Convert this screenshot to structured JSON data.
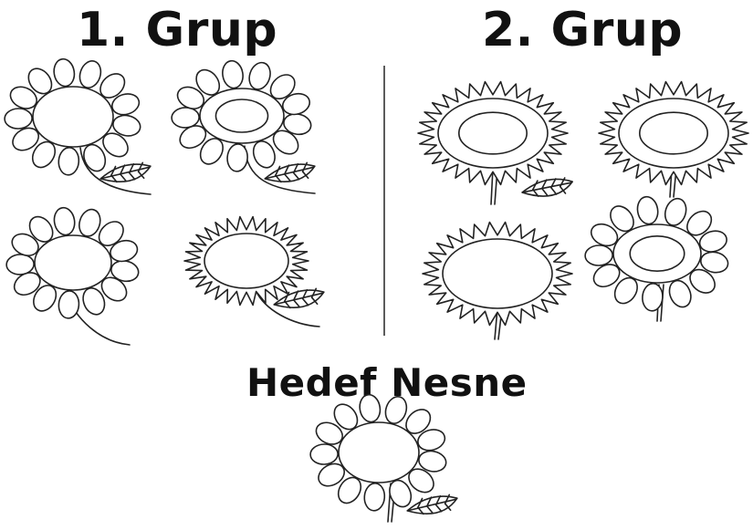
{
  "titles": {
    "group1": "1. Grup",
    "group2": "2. Grup",
    "target": "Hedef Nesne"
  },
  "groups": [
    {
      "name_ref": "group1",
      "flowers": [
        {
          "petal": "round",
          "center": "single-ring",
          "stem": "curved",
          "leaf": true
        },
        {
          "petal": "round",
          "center": "double-ring",
          "stem": "curved",
          "leaf": true
        },
        {
          "petal": "round",
          "center": "single-ring",
          "stem": "curved",
          "leaf": false
        },
        {
          "petal": "spiky",
          "center": "single-ring",
          "stem": "curved",
          "leaf": true
        }
      ]
    },
    {
      "name_ref": "group2",
      "flowers": [
        {
          "petal": "spiky",
          "center": "double-ring",
          "stem": "straight",
          "leaf": true
        },
        {
          "petal": "spiky",
          "center": "double-ring",
          "stem": "straight",
          "leaf": false
        },
        {
          "petal": "spiky",
          "center": "single-ring",
          "stem": "straight",
          "leaf": false
        },
        {
          "petal": "round",
          "center": "double-ring",
          "stem": "straight",
          "leaf": false
        }
      ]
    }
  ],
  "target": {
    "petal": "round",
    "center": "single-ring",
    "stem": "straight",
    "leaf": true
  },
  "colors": {
    "ink": "#222222",
    "background": "#ffffff"
  }
}
